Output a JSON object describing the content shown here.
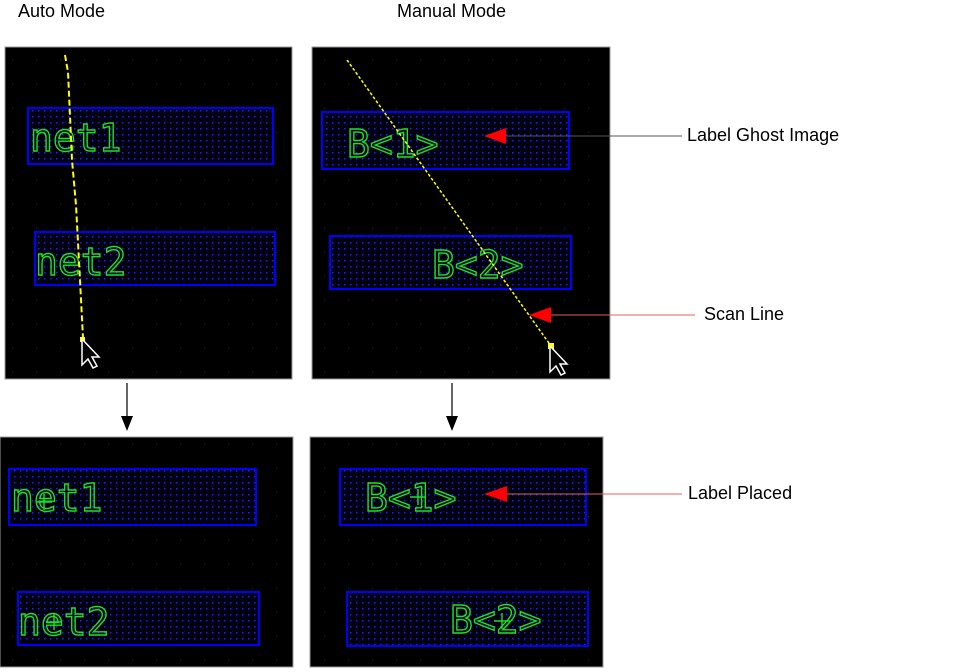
{
  "headings": {
    "auto": "Auto Mode",
    "manual": "Manual Mode"
  },
  "panels": {
    "auto_before": {
      "labels": [
        "net1",
        "net2"
      ]
    },
    "manual_before": {
      "labels": [
        "B<1>",
        "B<2>"
      ]
    },
    "auto_after": {
      "labels": [
        "net1",
        "net2"
      ]
    },
    "manual_after": {
      "labels": [
        "B<1>",
        "B<2>"
      ]
    }
  },
  "annotations": {
    "ghost": "Label Ghost Image",
    "scan": "Scan Line",
    "placed": "Label Placed"
  },
  "colors": {
    "canvas": "#000000",
    "box": "#0000ff",
    "label": "#1ee01e",
    "scan_line": "#ffff00",
    "pointer": "#ff0000"
  }
}
